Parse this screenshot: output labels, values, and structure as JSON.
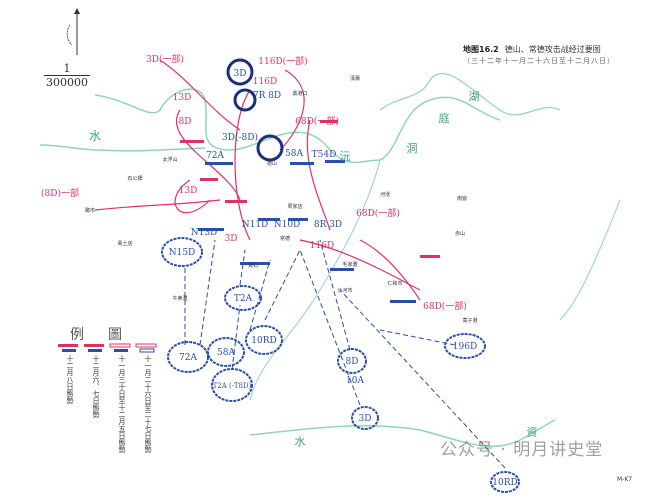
{
  "title": {
    "number": "地图16.2",
    "name": "德山、常德攻击战经过要图",
    "dates": "（三十二年十一月二十六日至十二月八日）"
  },
  "scale": {
    "numerator": "1",
    "denominator": "300000"
  },
  "legend": {
    "title": "例圖",
    "entries": [
      "十二月八日態勢",
      "十二月六、七日態勢",
      "十一月三十日至十二月五日態勢",
      "十一月二十六日至二十七日態勢"
    ]
  },
  "water_labels": [
    "水",
    "沅",
    "洞",
    "庭",
    "湖",
    "水",
    "資"
  ],
  "red_units": [
    "3D(一部)",
    "13D",
    "8D",
    "116D(一部)",
    "116D",
    "68D(一部)",
    "13D",
    "3D",
    "116D",
    "68D(一部)",
    "68D(一部)",
    "(8D)一部"
  ],
  "blue_units": [
    "3D",
    "7R 8D",
    "3D(-8D)",
    "72A",
    "58A",
    "T54D",
    "N13D",
    "N11D",
    "N10D",
    "8R 3D",
    "10A"
  ],
  "blue_circled_units": [
    "N15D",
    "T2A",
    "72A",
    "58A",
    "10RD",
    "T2A (-T8D)",
    "8D",
    "3D",
    "196D",
    "10RD"
  ],
  "places": [
    "陬市",
    "德山",
    "常德",
    "牛鼻灘",
    "黃土店",
    "石公橋",
    "太浮山",
    "河洑",
    "黃石",
    "鼎港口",
    "漢壽",
    "周家店",
    "毛家灘",
    "南嶽",
    "仁和市",
    "蒿子港",
    "赤山",
    "沙河市"
  ],
  "watermark": "公众号 · 明月讲史堂",
  "code": "M-K7",
  "colors": {
    "red": "#e0306a",
    "blue": "#2a4fa8",
    "river": "#7fcfb0",
    "text": "#333333"
  }
}
